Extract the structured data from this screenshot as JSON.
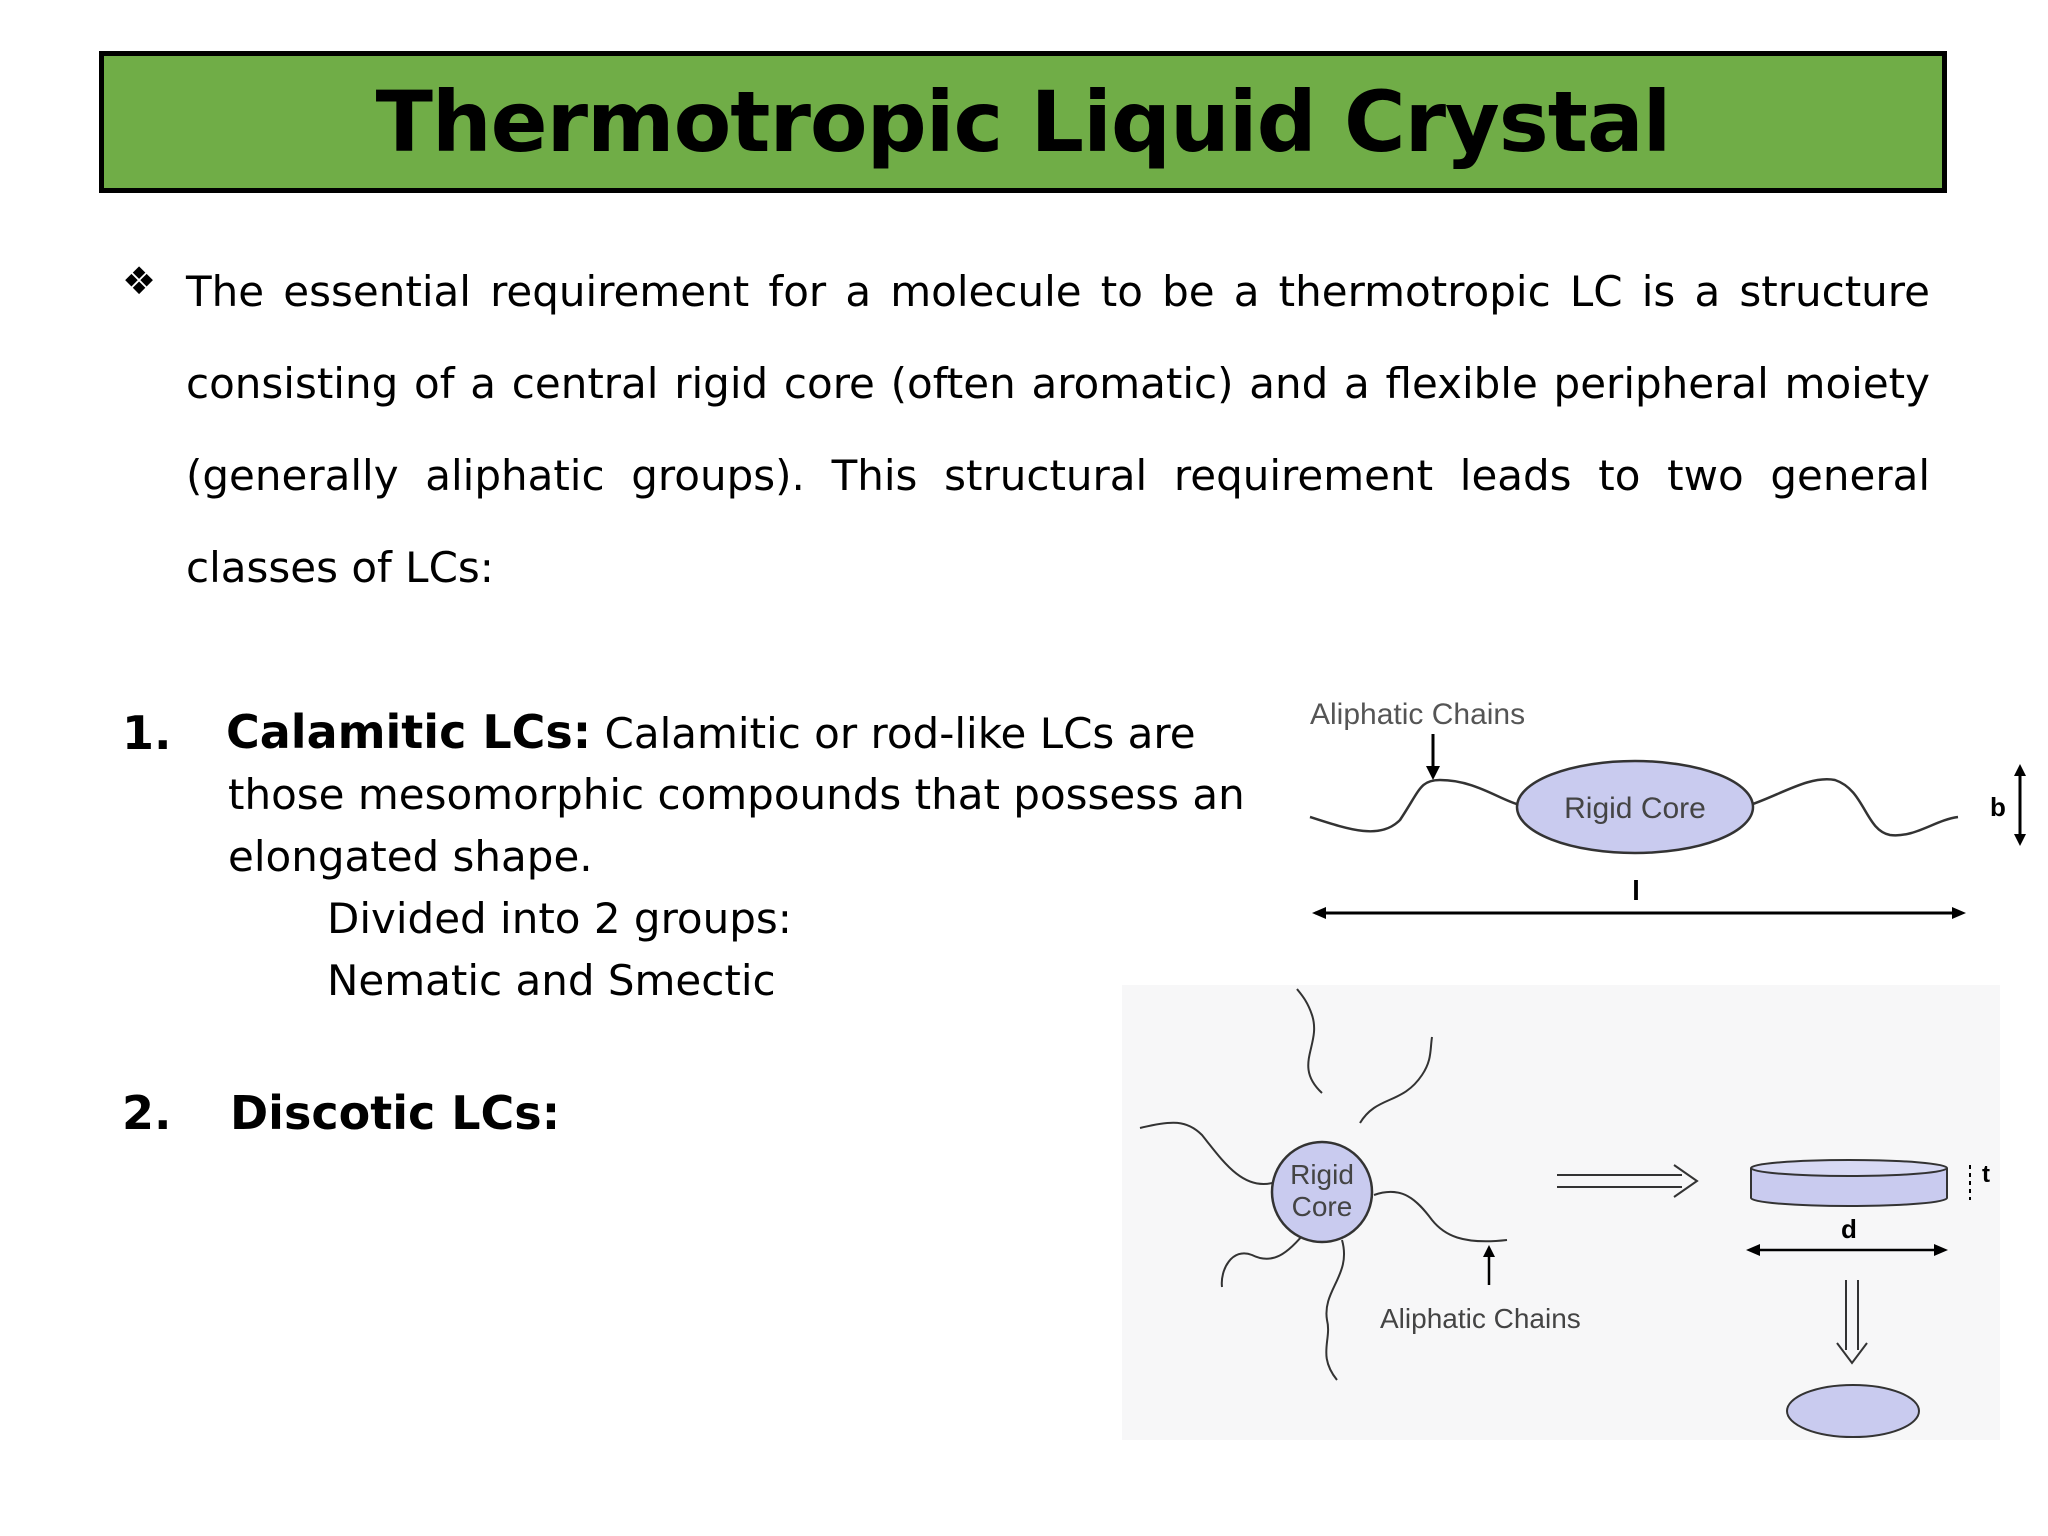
{
  "slide": {
    "title": "Thermotropic Liquid Crystal",
    "bullet_glyph": "❖",
    "intro_text": "The essential requirement for a molecule to be a thermotropic LC is a structure consisting of a central rigid core (often aromatic) and a flexible peripheral moiety (generally aliphatic groups). This structural requirement leads to two general classes of LCs:",
    "items": [
      {
        "number": "1.",
        "heading": "Calamitic LCs:",
        "text_line1": " Calamitic or rod-like LCs are",
        "text_line2": "those mesomorphic compounds that possess an",
        "text_line3": "elongated shape.",
        "sub_line1": "Divided into 2 groups:",
        "sub_line2": "Nematic and Smectic"
      },
      {
        "number": "2.",
        "heading": "Discotic LCs:"
      }
    ]
  },
  "calamitic_diagram": {
    "chains_label": "Aliphatic Chains",
    "core_label": "Rigid Core",
    "length_label": "l",
    "breadth_label": "b",
    "core_fill": "#c9cbef"
  },
  "discotic_diagram": {
    "core_label_line1": "Rigid",
    "core_label_line2": "Core",
    "chains_label": "Aliphatic Chains",
    "thickness_label": "t",
    "diameter_label": "d",
    "disc_fill": "#c9cbef"
  }
}
